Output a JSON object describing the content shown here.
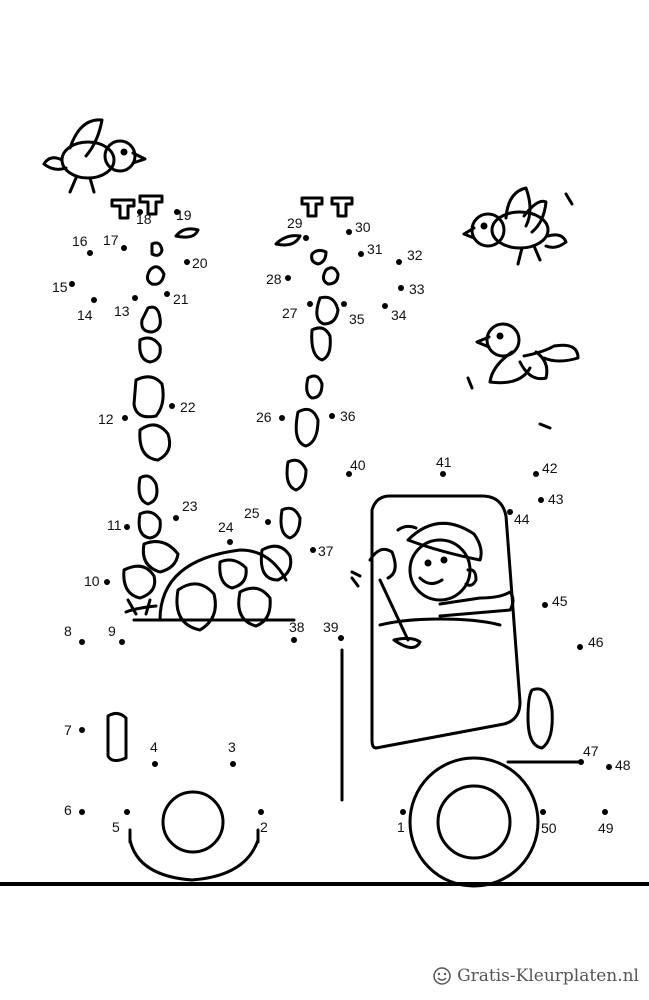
{
  "watermark": {
    "text": "Gratis-Kleurplaten.nl",
    "icon": "smiley-icon"
  },
  "dots": [
    {
      "n": "1"
    },
    {
      "n": "2"
    },
    {
      "n": "3"
    },
    {
      "n": "4"
    },
    {
      "n": "5"
    },
    {
      "n": "6"
    },
    {
      "n": "7"
    },
    {
      "n": "8"
    },
    {
      "n": "9"
    },
    {
      "n": "10"
    },
    {
      "n": "11"
    },
    {
      "n": "12"
    },
    {
      "n": "13"
    },
    {
      "n": "14"
    },
    {
      "n": "15"
    },
    {
      "n": "16"
    },
    {
      "n": "17"
    },
    {
      "n": "18"
    },
    {
      "n": "19"
    },
    {
      "n": "20"
    },
    {
      "n": "21"
    },
    {
      "n": "22"
    },
    {
      "n": "23"
    },
    {
      "n": "24"
    },
    {
      "n": "25"
    },
    {
      "n": "26"
    },
    {
      "n": "27"
    },
    {
      "n": "28"
    },
    {
      "n": "29"
    },
    {
      "n": "30"
    },
    {
      "n": "31"
    },
    {
      "n": "32"
    },
    {
      "n": "33"
    },
    {
      "n": "34"
    },
    {
      "n": "35"
    },
    {
      "n": "36"
    },
    {
      "n": "37"
    },
    {
      "n": "38"
    },
    {
      "n": "39"
    },
    {
      "n": "40"
    },
    {
      "n": "41"
    },
    {
      "n": "42"
    },
    {
      "n": "43"
    },
    {
      "n": "44"
    },
    {
      "n": "45"
    },
    {
      "n": "46"
    },
    {
      "n": "47"
    },
    {
      "n": "48"
    },
    {
      "n": "49"
    },
    {
      "n": "50"
    }
  ]
}
